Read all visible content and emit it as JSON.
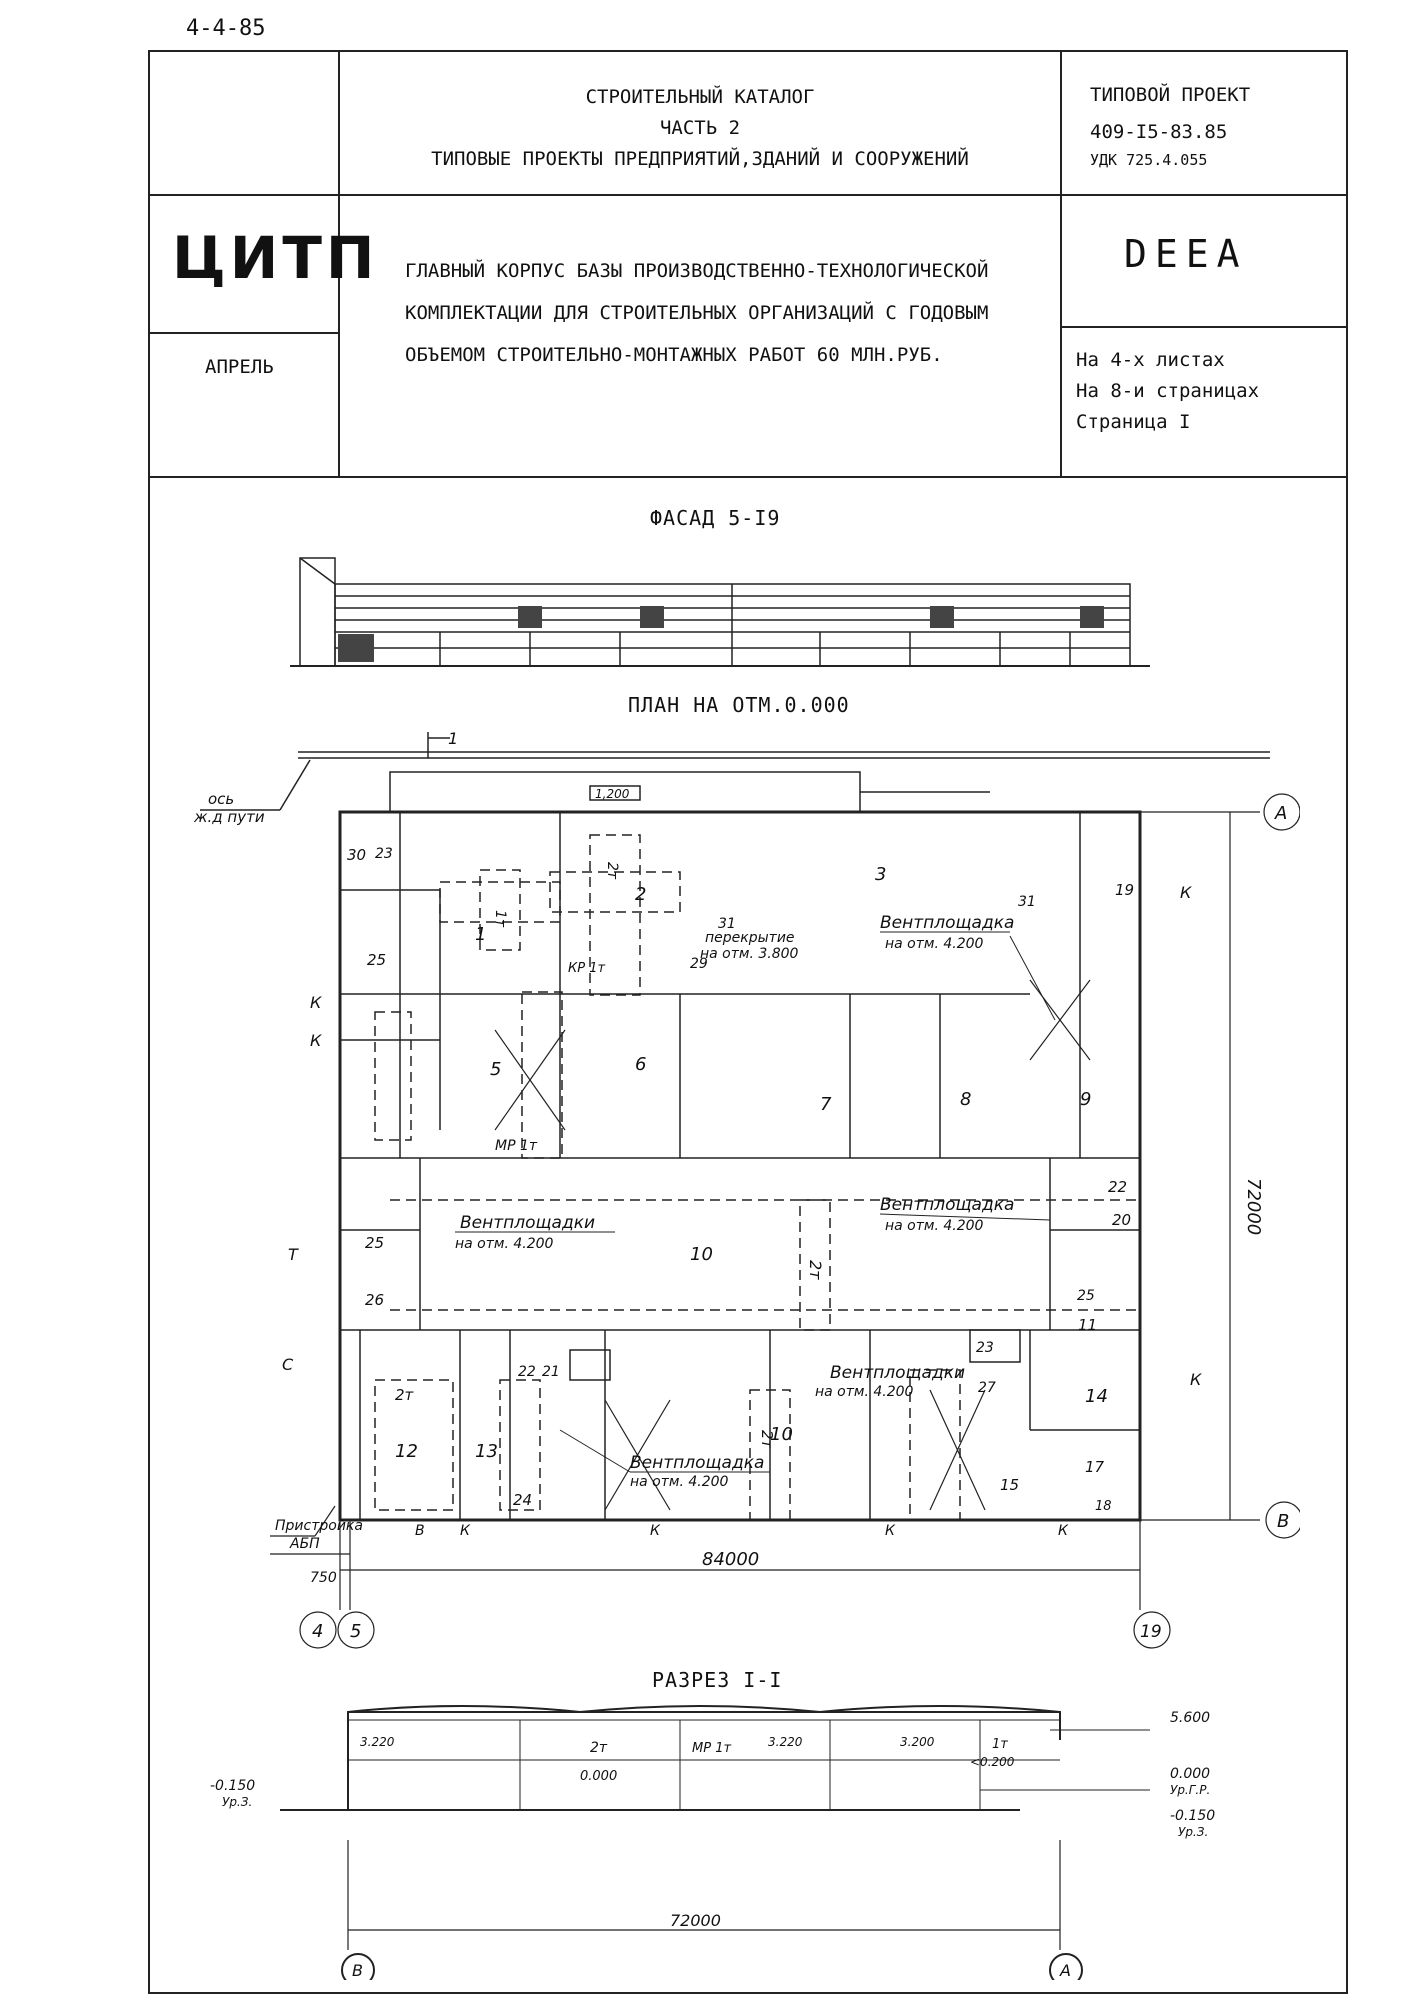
{
  "page_code": "4-4-85",
  "header": {
    "catalog_lines": [
      "СТРОИТЕЛЬНЫЙ КАТАЛОГ",
      "ЧАСТЬ 2",
      "ТИПОВЫЕ ПРОЕКТЫ ПРЕДПРИЯТИЙ,ЗДАНИЙ И СООРУЖЕНИЙ"
    ],
    "project_label": "ТИПОВОЙ ПРОЕКТ",
    "project_number": "409-I5-83.85",
    "udk": "УДК 725.4.055",
    "org": "ЦИТП",
    "title_lines": [
      "ГЛАВНЫЙ КОРПУС БАЗЫ ПРОИЗВОДСТВЕННО-ТЕХНОЛОГИЧЕСКОЙ",
      "КОМПЛЕКТАЦИИ ДЛЯ СТРОИТЕЛЬНЫХ ОРГАНИЗАЦИЙ С ГОДОВЫМ",
      "ОБЪЕМОМ СТРОИТЕЛЬНО-МОНТАЖНЫХ РАБОТ 60 МЛН.РУБ."
    ],
    "code": "DEEA",
    "month": "АПРЕЛЬ",
    "sheets": [
      "На 4-х листах",
      "На 8-и страницах",
      "Страница I"
    ]
  },
  "sections": {
    "facade": "ФАСАД 5-I9",
    "plan": "ПЛАН НА ОТМ.0.000",
    "cut": "РАЗРЕЗ I-I"
  },
  "plan": {
    "rail_label_1": "ось",
    "rail_label_2": "ж.д пути",
    "annex_label_1": "Пристройка",
    "annex_label_2": "АБП",
    "axis_A": "А",
    "axis_B": "В",
    "axis_4": "4",
    "axis_5": "5",
    "axis_19": "19",
    "dim_width": "84000",
    "dim_750": "750",
    "dim_depth": "72000",
    "cut_mark": "1",
    "crane": "1,200",
    "vent1_a": "Вентплощадка",
    "vent1_b": "на отм. 4.200",
    "vent2_a": "Вентплощадки",
    "vent2_b": "на отм. 4.200",
    "vent3_a": "Вентплощадка",
    "vent3_b": "на отм. 4.200",
    "vent4_a": "Вентплощадки",
    "vent4_b": "на отм. 4.200",
    "vent5_a": "Вентплощадка",
    "vent5_b": "на отм. 4.200",
    "slab_a": "перекрытие",
    "slab_b": "на отм. 3.800",
    "label_31": "31",
    "label_29": "29",
    "mp1t": "МР 1т",
    "kp1t": "КР 1т",
    "t1": "1т",
    "t2": "2т",
    "letter_K": "К",
    "letter_T": "Т",
    "letter_C": "С",
    "letter_B": "В",
    "rooms": [
      "1",
      "2",
      "3",
      "5",
      "6",
      "7",
      "8",
      "9",
      "10",
      "10",
      "11",
      "12",
      "13",
      "14",
      "15",
      "17",
      "18",
      "19",
      "20",
      "22",
      "22",
      "23",
      "23",
      "24",
      "25",
      "25",
      "25",
      "26",
      "27",
      "30",
      "21"
    ]
  },
  "section_cut": {
    "marks": [
      "5.600",
      "0.000",
      "Ур.Г.Р.",
      "-0.150",
      "Ур.З.",
      "-0.150",
      "Ур.З.",
      "3.220",
      "3.220",
      "3.200",
      "2т",
      "МР 1т",
      "0.000",
      "1т",
      "<0.200"
    ],
    "dim": "72000",
    "axis_B": "В",
    "axis_A": "А"
  }
}
